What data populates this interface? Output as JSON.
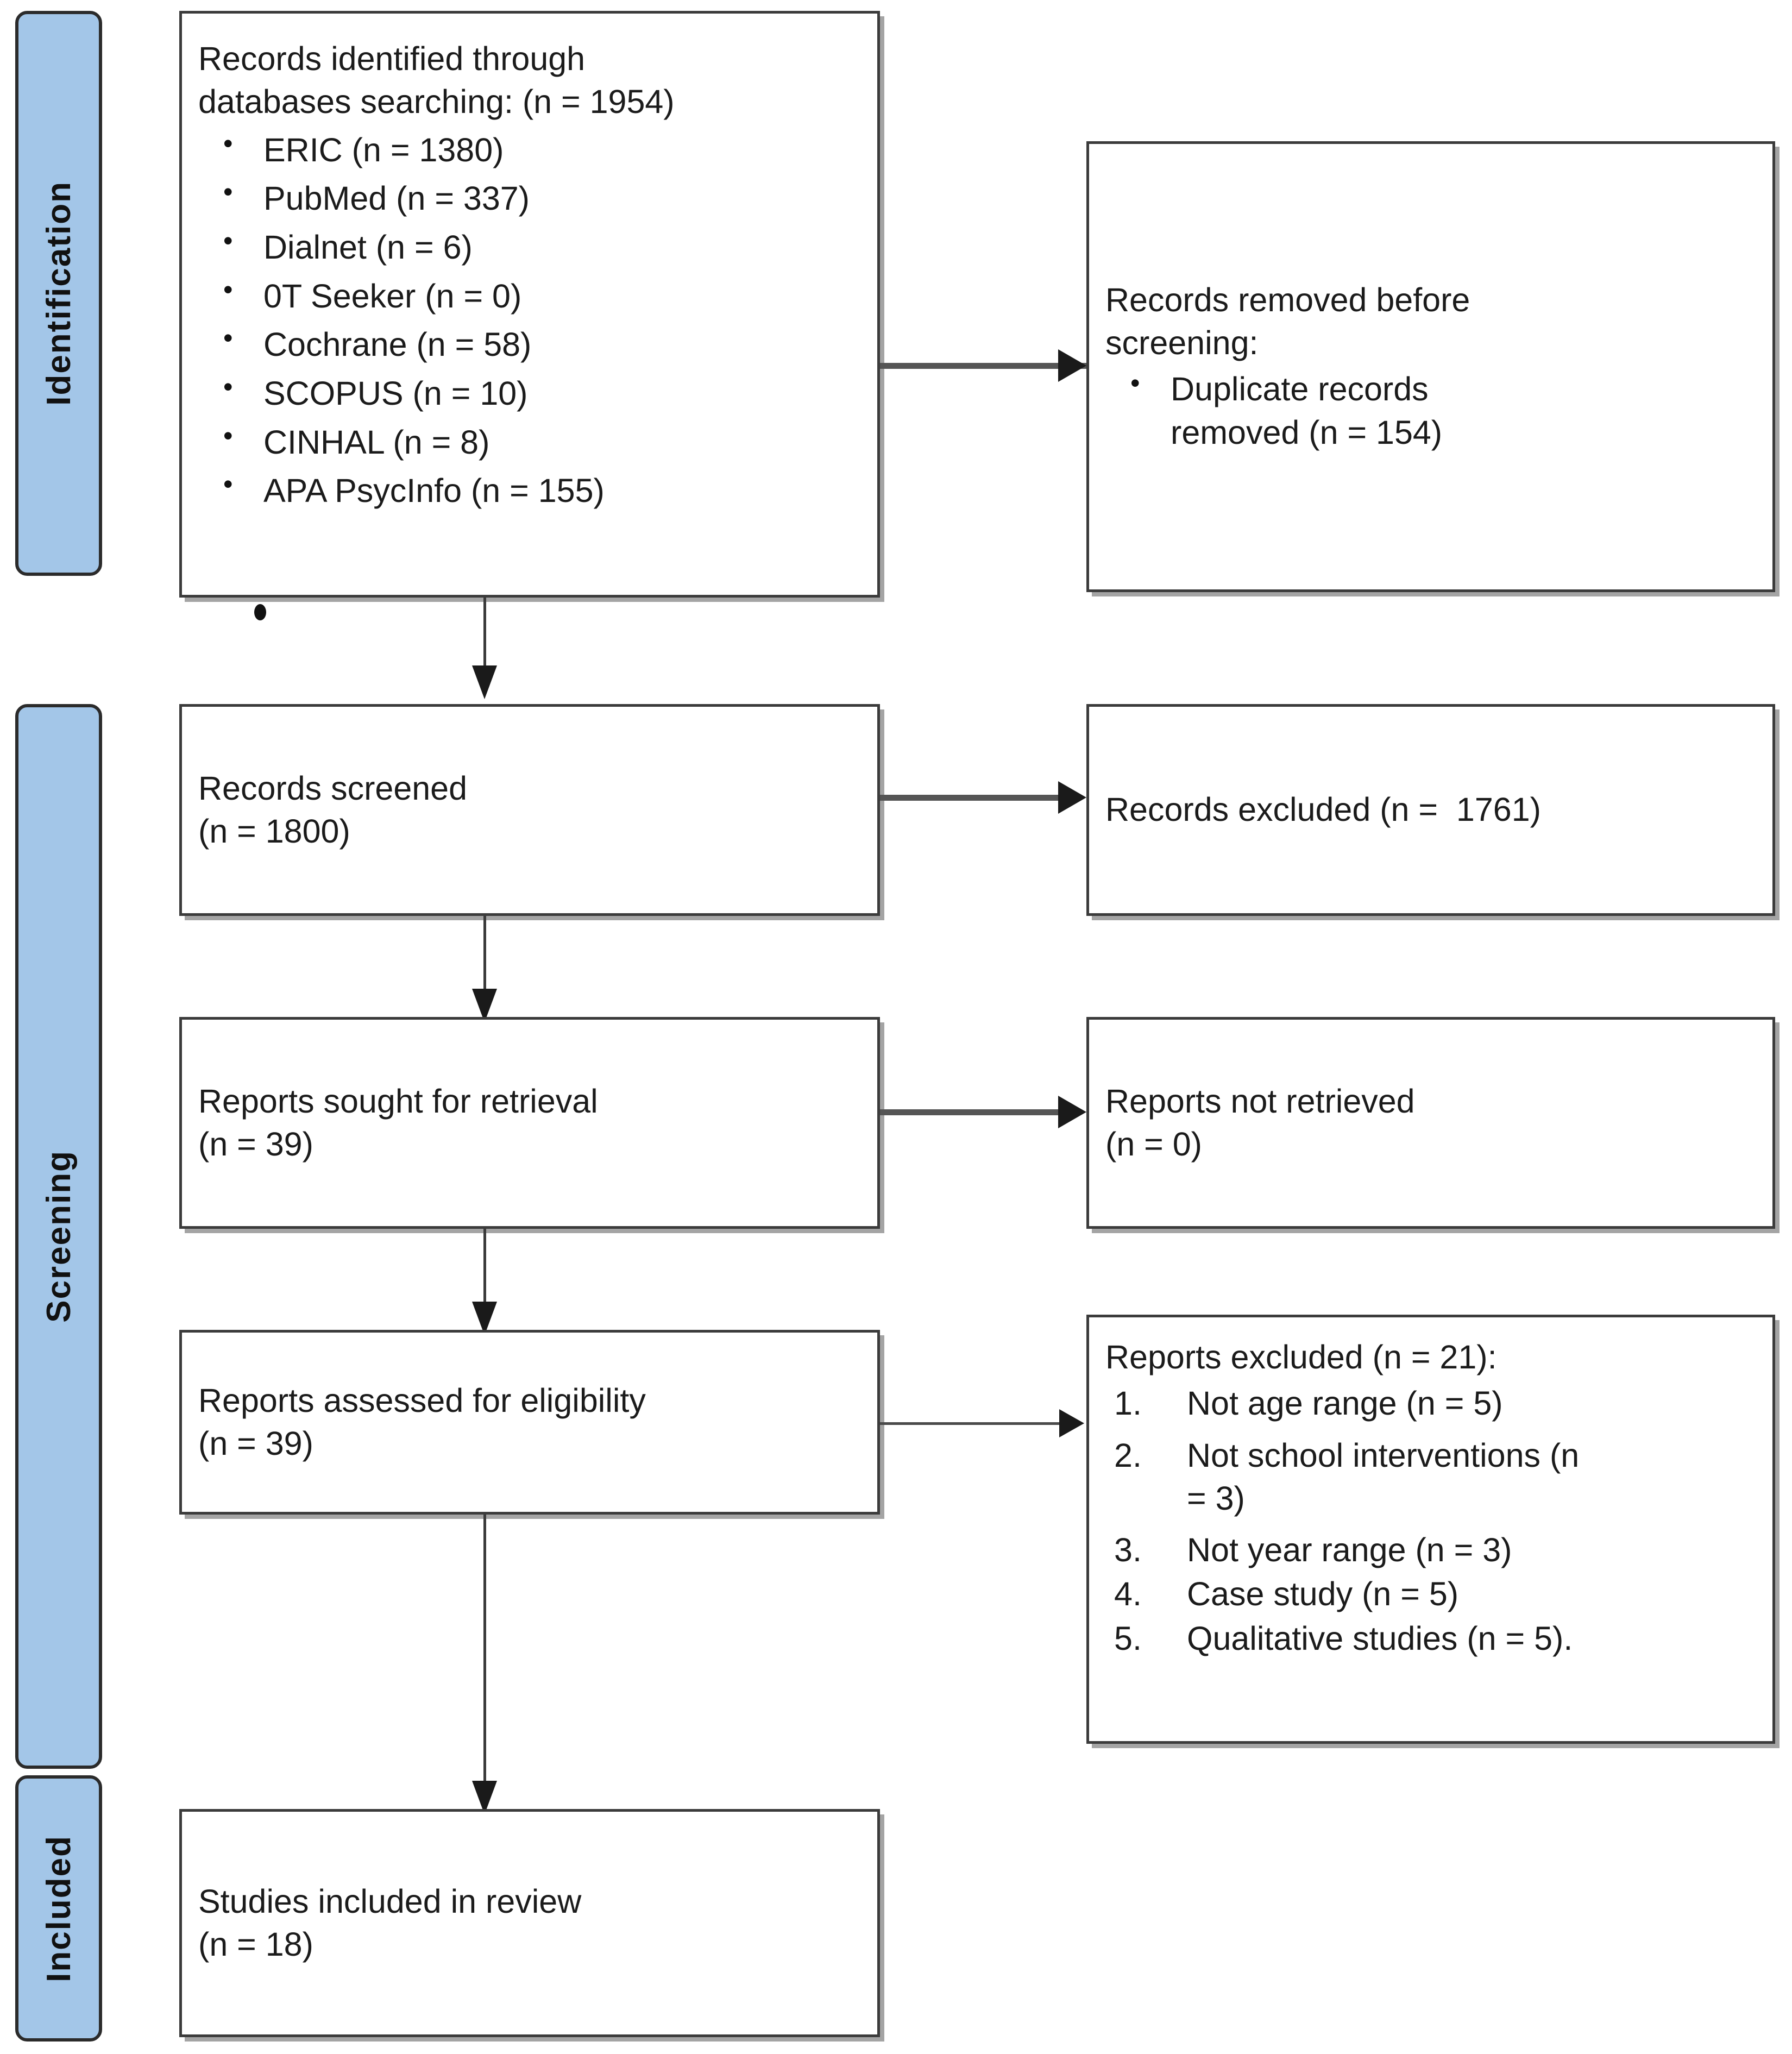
{
  "diagram": {
    "title": "PRISMA flow diagram",
    "accent_blue": "#a3c6e8",
    "border_color": "#3b3b3b"
  },
  "stages": [
    {
      "label": "Identification"
    },
    {
      "label": "Screening"
    },
    {
      "label": "Included"
    }
  ],
  "boxes": {
    "identified": {
      "heading_line1": "Records identified through",
      "heading_line2": "databases searching: (n = 1954)",
      "sources": [
        {
          "name": "ERIC",
          "n": "(n = 1380)",
          "text": "ERIC (n = 1380)"
        },
        {
          "name": "PubMed",
          "n": "(n = 337)",
          "text": "PubMed (n = 337)"
        },
        {
          "name": "Dialnet",
          "n": "(n = 6)",
          "text": "Dialnet (n = 6)"
        },
        {
          "name": "0T Seeker",
          "n": "(n = 0)",
          "text": "0T Seeker (n =  0)"
        },
        {
          "name": "Cochrane",
          "n": "(n = 58)",
          "text": "Cochrane (n = 58)"
        },
        {
          "name": "SCOPUS",
          "n": "(n = 10)",
          "text": "SCOPUS (n = 10)"
        },
        {
          "name": "CINHAL",
          "n": "(n = 8)",
          "text": "CINHAL (n = 8)"
        },
        {
          "name": "APA PsycInfo",
          "n": "(n = 155)",
          "text": "APA PsycInfo (n = 155)"
        }
      ]
    },
    "removed_before_screening": {
      "heading_line1": "Records removed before",
      "heading_line2": "screening:",
      "items": [
        {
          "line1": "Duplicate records",
          "line2": "removed (n = 154)"
        }
      ]
    },
    "records_screened": {
      "line1": "Records screened",
      "line2": "(n = 1800)"
    },
    "records_excluded": {
      "line1": "Records excluded (n =  1761)"
    },
    "reports_sought": {
      "line1": "Reports sought for retrieval",
      "line2": "(n = 39)"
    },
    "reports_not_retrieved": {
      "line1": "Reports not retrieved",
      "line2": "(n = 0)"
    },
    "reports_assessed": {
      "line1": "Reports assessed for eligibility",
      "line2": "(n = 39)"
    },
    "reports_excluded": {
      "heading": "Reports excluded (n = 21):",
      "reasons": [
        {
          "text": "Not age range  (n = 5)"
        },
        {
          "line1": "Not school interventions (n",
          "line2": "= 3)"
        },
        {
          "text": "Not year range (n = 3)"
        },
        {
          "text": "Case study (n = 5)"
        },
        {
          "text": "Qualitative studies (n = 5)."
        }
      ]
    },
    "studies_included": {
      "line1": "Studies included in review",
      "line2": "(n = 18)"
    }
  },
  "chart_data": {
    "type": "diagram",
    "title": "PRISMA 2020 flow diagram",
    "nodes": [
      {
        "id": "identified",
        "stage": "Identification",
        "label": "Records identified through databases searching",
        "n": 1954
      },
      {
        "id": "eric",
        "stage": "Identification",
        "label": "ERIC",
        "n": 1380
      },
      {
        "id": "pubmed",
        "stage": "Identification",
        "label": "PubMed",
        "n": 337
      },
      {
        "id": "dialnet",
        "stage": "Identification",
        "label": "Dialnet",
        "n": 6
      },
      {
        "id": "otseeker",
        "stage": "Identification",
        "label": "0T Seeker",
        "n": 0
      },
      {
        "id": "cochrane",
        "stage": "Identification",
        "label": "Cochrane",
        "n": 58
      },
      {
        "id": "scopus",
        "stage": "Identification",
        "label": "SCOPUS",
        "n": 10
      },
      {
        "id": "cinhal",
        "stage": "Identification",
        "label": "CINHAL",
        "n": 8
      },
      {
        "id": "psycinfo",
        "stage": "Identification",
        "label": "APA PsycInfo",
        "n": 155
      },
      {
        "id": "duplicates",
        "stage": "Identification",
        "label": "Duplicate records removed",
        "n": 154
      },
      {
        "id": "screened",
        "stage": "Screening",
        "label": "Records screened",
        "n": 1800
      },
      {
        "id": "excluded",
        "stage": "Screening",
        "label": "Records excluded",
        "n": 1761
      },
      {
        "id": "sought",
        "stage": "Screening",
        "label": "Reports sought for retrieval",
        "n": 39
      },
      {
        "id": "notretrieved",
        "stage": "Screening",
        "label": "Reports not retrieved",
        "n": 0
      },
      {
        "id": "assessed",
        "stage": "Screening",
        "label": "Reports assessed for eligibility",
        "n": 39
      },
      {
        "id": "repexcluded",
        "stage": "Screening",
        "label": "Reports excluded",
        "n": 21
      },
      {
        "id": "notage",
        "stage": "Screening",
        "label": "Not age range",
        "n": 5
      },
      {
        "id": "notschool",
        "stage": "Screening",
        "label": "Not school interventions",
        "n": 3
      },
      {
        "id": "notyear",
        "stage": "Screening",
        "label": "Not year range",
        "n": 3
      },
      {
        "id": "casestudy",
        "stage": "Screening",
        "label": "Case study",
        "n": 5
      },
      {
        "id": "qualitative",
        "stage": "Screening",
        "label": "Qualitative studies",
        "n": 5
      },
      {
        "id": "included",
        "stage": "Included",
        "label": "Studies included in review",
        "n": 18
      }
    ],
    "edges": [
      {
        "from": "identified",
        "to": "duplicates"
      },
      {
        "from": "identified",
        "to": "screened"
      },
      {
        "from": "screened",
        "to": "excluded"
      },
      {
        "from": "screened",
        "to": "sought"
      },
      {
        "from": "sought",
        "to": "notretrieved"
      },
      {
        "from": "sought",
        "to": "assessed"
      },
      {
        "from": "assessed",
        "to": "repexcluded"
      },
      {
        "from": "assessed",
        "to": "included"
      }
    ]
  }
}
